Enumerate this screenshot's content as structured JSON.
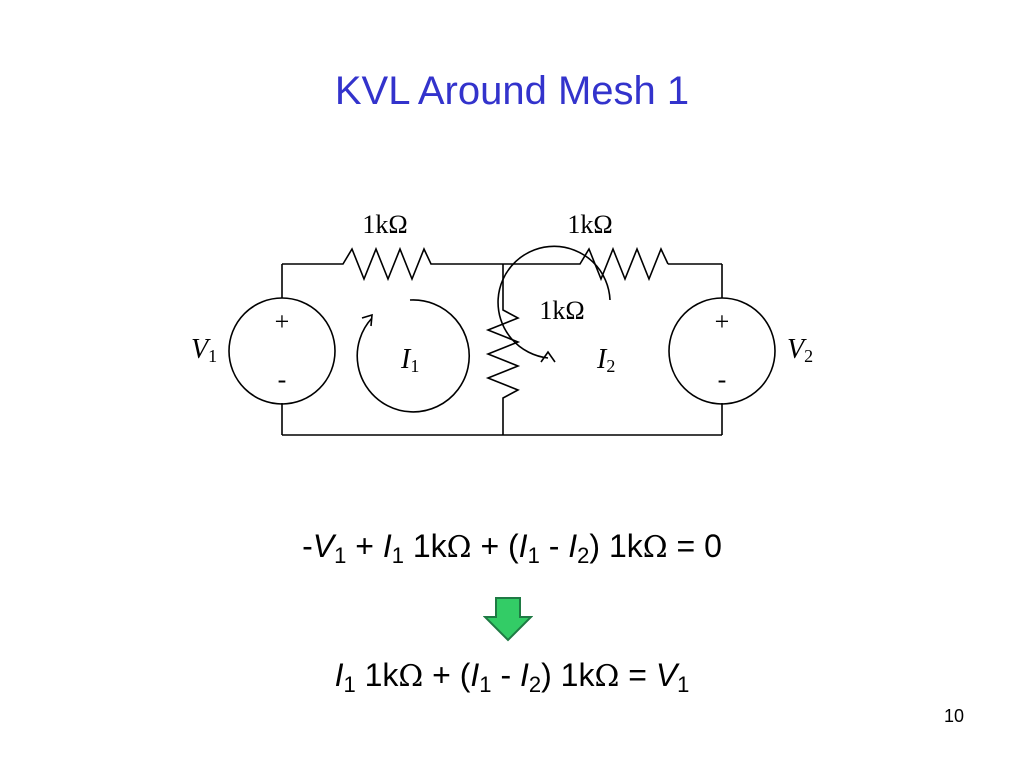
{
  "slide": {
    "title": "KVL Around Mesh 1",
    "page_number": "10"
  },
  "circuit": {
    "resistor_top_left_label": "1kΩ",
    "resistor_top_right_label": "1kΩ",
    "resistor_middle_label": "1kΩ",
    "source_left": {
      "name": "V",
      "subscript": "1",
      "plus": "+",
      "minus": "-"
    },
    "source_right": {
      "name": "V",
      "subscript": "2",
      "plus": "+",
      "minus": "-"
    },
    "mesh1_current": {
      "name": "I",
      "subscript": "1"
    },
    "mesh2_current": {
      "name": "I",
      "subscript": "2"
    }
  },
  "equations": {
    "eq1": {
      "neg": "-",
      "v1": "V",
      "v1_sub": "1",
      "plus1": " + ",
      "i1": "I",
      "i1_sub": "1",
      "r1": " 1k",
      "omega1": "Ω",
      "plus2": " + (",
      "i1b": "I",
      "i1b_sub": "1",
      "minus": " - ",
      "i2": "I",
      "i2_sub": "2",
      "r2": ") 1k",
      "omega2": "Ω",
      "rhs": " = 0"
    },
    "eq2": {
      "i1": "I",
      "i1_sub": "1",
      "r1": " 1k",
      "omega1": "Ω",
      "plus": " + (",
      "i1b": "I",
      "i1b_sub": "1",
      "minus": " - ",
      "i2": "I",
      "i2_sub": "2",
      "r2": ") 1k",
      "omega2": "Ω",
      "eq": " = ",
      "v1": "V",
      "v1_sub": "1"
    }
  },
  "colors": {
    "title": "#3333cc",
    "arrow_fill": "#33cc66",
    "arrow_stroke": "#1f7a44"
  },
  "icons": {
    "down_arrow": "down-arrow-icon"
  }
}
